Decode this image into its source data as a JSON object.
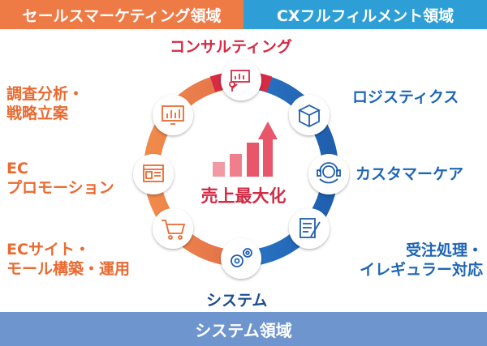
{
  "banners": {
    "left": "セールスマーケティング領域",
    "right": "CXフルフィルメント領域",
    "bottom": "システム領域"
  },
  "center": {
    "label": "売上最大化"
  },
  "items": {
    "consulting": {
      "label": "コンサルティング"
    },
    "logistics": {
      "label": "ロジスティクス"
    },
    "customer_care": {
      "label": "カスタマーケア"
    },
    "order": {
      "line1": "受注処理・",
      "line2": "イレギュラー対応"
    },
    "system": {
      "label": "システム"
    },
    "ec_site": {
      "line1": "ECサイト・",
      "line2": "モール構築・運用"
    },
    "ec_promo": {
      "line1": "EC",
      "line2": "プロモーション"
    },
    "research": {
      "line1": "調査分析・",
      "line2": "戦略立案"
    }
  },
  "colors": {
    "orange": "#ee7a45",
    "blue": "#2e9fd6",
    "bottom_bar": "#6f95ce",
    "ring_blue": "#1f5fae",
    "ring_orange": "#ef7d45",
    "accent_red": "#d62a45"
  },
  "icons": [
    "presentation-icon",
    "box-icon",
    "headset-icon",
    "document-pen-icon",
    "gears-icon",
    "cart-icon",
    "browser-icon",
    "monitor-chart-icon",
    "growth-chart-icon"
  ]
}
